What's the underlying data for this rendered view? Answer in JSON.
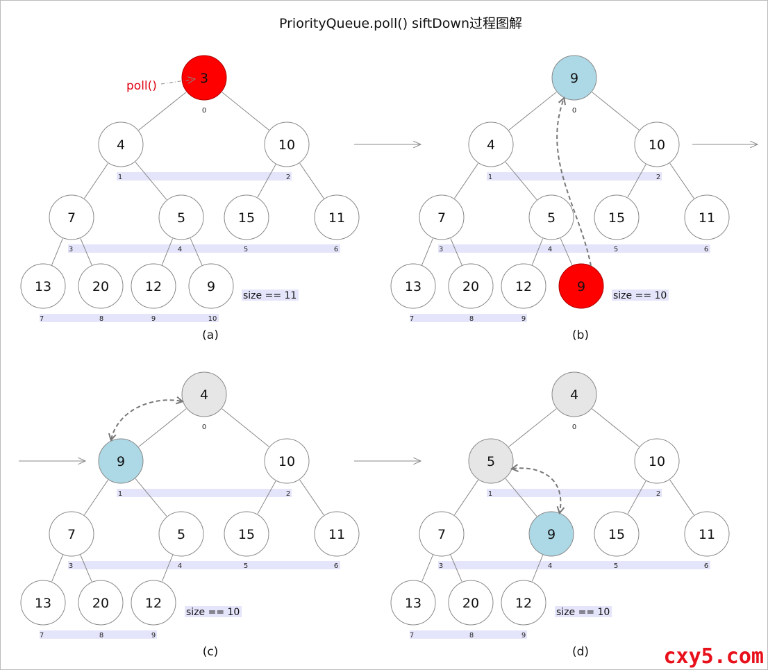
{
  "title": "PriorityQueue.poll() siftDown过程图解",
  "watermark": "cxy5.com",
  "colors": {
    "removed": "#ff0000",
    "moving": "#add8e6",
    "settled": "#e6e6e6",
    "normal": "#ffffff",
    "index_bar": "#e4e4fa"
  },
  "poll_label": "poll()",
  "panels": [
    {
      "caption": "(a)",
      "size_label": "size == 11",
      "values": [
        "3",
        "4",
        "10",
        "7",
        "5",
        "15",
        "11",
        "13",
        "20",
        "12",
        "9"
      ],
      "indices": [
        "0",
        "1",
        "2",
        "3",
        "4",
        "5",
        "6",
        "7",
        "8",
        "9",
        "10"
      ],
      "states": [
        "removed",
        "normal",
        "normal",
        "normal",
        "normal",
        "normal",
        "normal",
        "normal",
        "normal",
        "normal",
        "normal"
      ]
    },
    {
      "caption": "(b)",
      "size_label": "size == 10",
      "values": [
        "9",
        "4",
        "10",
        "7",
        "5",
        "15",
        "11",
        "13",
        "20",
        "12",
        "9"
      ],
      "indices": [
        "0",
        "1",
        "2",
        "3",
        "4",
        "5",
        "6",
        "7",
        "8",
        "9"
      ],
      "states": [
        "moving",
        "normal",
        "normal",
        "normal",
        "normal",
        "normal",
        "normal",
        "normal",
        "normal",
        "normal",
        "removed"
      ]
    },
    {
      "caption": "(c)",
      "size_label": "size == 10",
      "values": [
        "4",
        "9",
        "10",
        "7",
        "5",
        "15",
        "11",
        "13",
        "20",
        "12"
      ],
      "indices": [
        "0",
        "1",
        "2",
        "3",
        "4",
        "5",
        "6",
        "7",
        "8",
        "9"
      ],
      "states": [
        "settled",
        "moving",
        "normal",
        "normal",
        "normal",
        "normal",
        "normal",
        "normal",
        "normal",
        "normal"
      ]
    },
    {
      "caption": "(d)",
      "size_label": "size == 10",
      "values": [
        "4",
        "5",
        "10",
        "7",
        "9",
        "15",
        "11",
        "13",
        "20",
        "12"
      ],
      "indices": [
        "0",
        "1",
        "2",
        "3",
        "4",
        "5",
        "6",
        "7",
        "8",
        "9"
      ],
      "states": [
        "settled",
        "settled",
        "normal",
        "normal",
        "moving",
        "normal",
        "normal",
        "normal",
        "normal",
        "normal"
      ]
    }
  ]
}
